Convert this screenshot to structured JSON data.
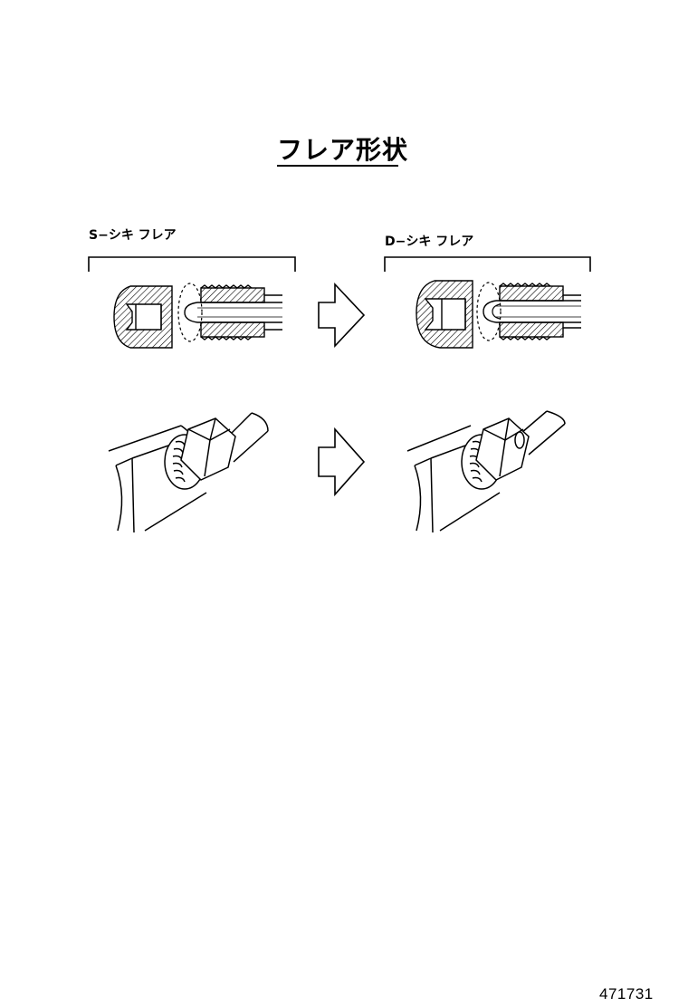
{
  "title": "フレア形状",
  "left_panel": {
    "label": "S−シキ フレア"
  },
  "right_panel": {
    "label": "D−シキ フレア"
  },
  "document_number": "471731"
}
